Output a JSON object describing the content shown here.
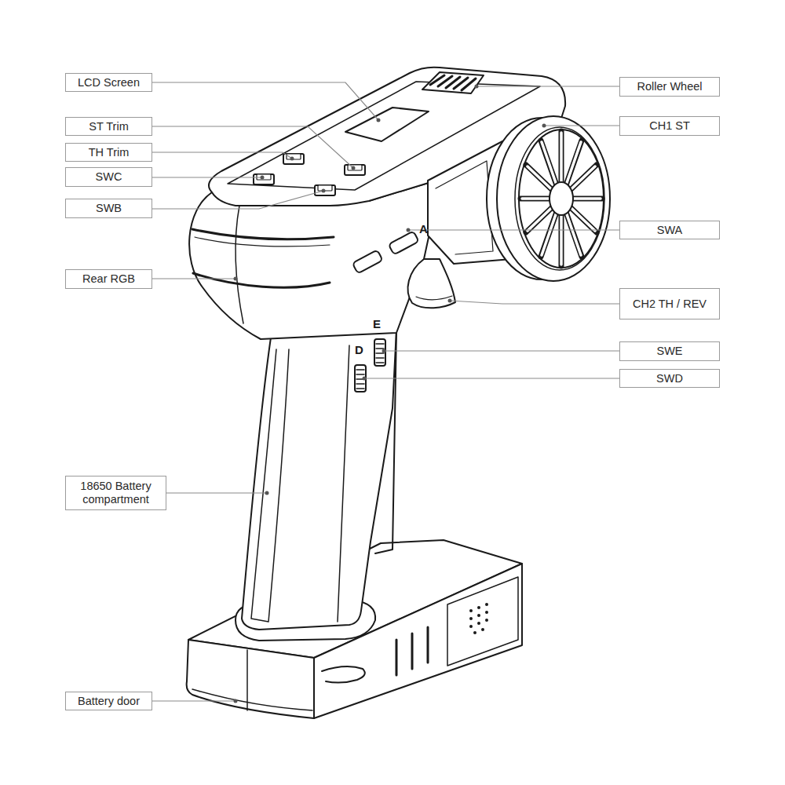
{
  "diagram": {
    "nodes": [
      {
        "text": [
          "LCD Screen"
        ]
      },
      {
        "text": [
          "Roller Wheel"
        ]
      },
      {
        "text": [
          "ST Trim"
        ]
      },
      {
        "text": [
          "CH1 ST"
        ]
      },
      {
        "text": [
          "TH Trim"
        ]
      },
      {
        "text": [
          "SWC"
        ]
      },
      {
        "text": [
          "SWB"
        ]
      },
      {
        "text": [
          "SWA"
        ]
      },
      {
        "text": [
          "Rear RGB"
        ]
      },
      {
        "text": [
          "CH2 TH / REV"
        ]
      },
      {
        "text": [
          "SWE"
        ]
      },
      {
        "text": [
          "SWD"
        ]
      },
      {
        "text": [
          "18650 Battery compartment"
        ]
      },
      {
        "text": [
          "Battery door"
        ]
      }
    ],
    "labels": [
      "A",
      "E",
      "D"
    ]
  }
}
